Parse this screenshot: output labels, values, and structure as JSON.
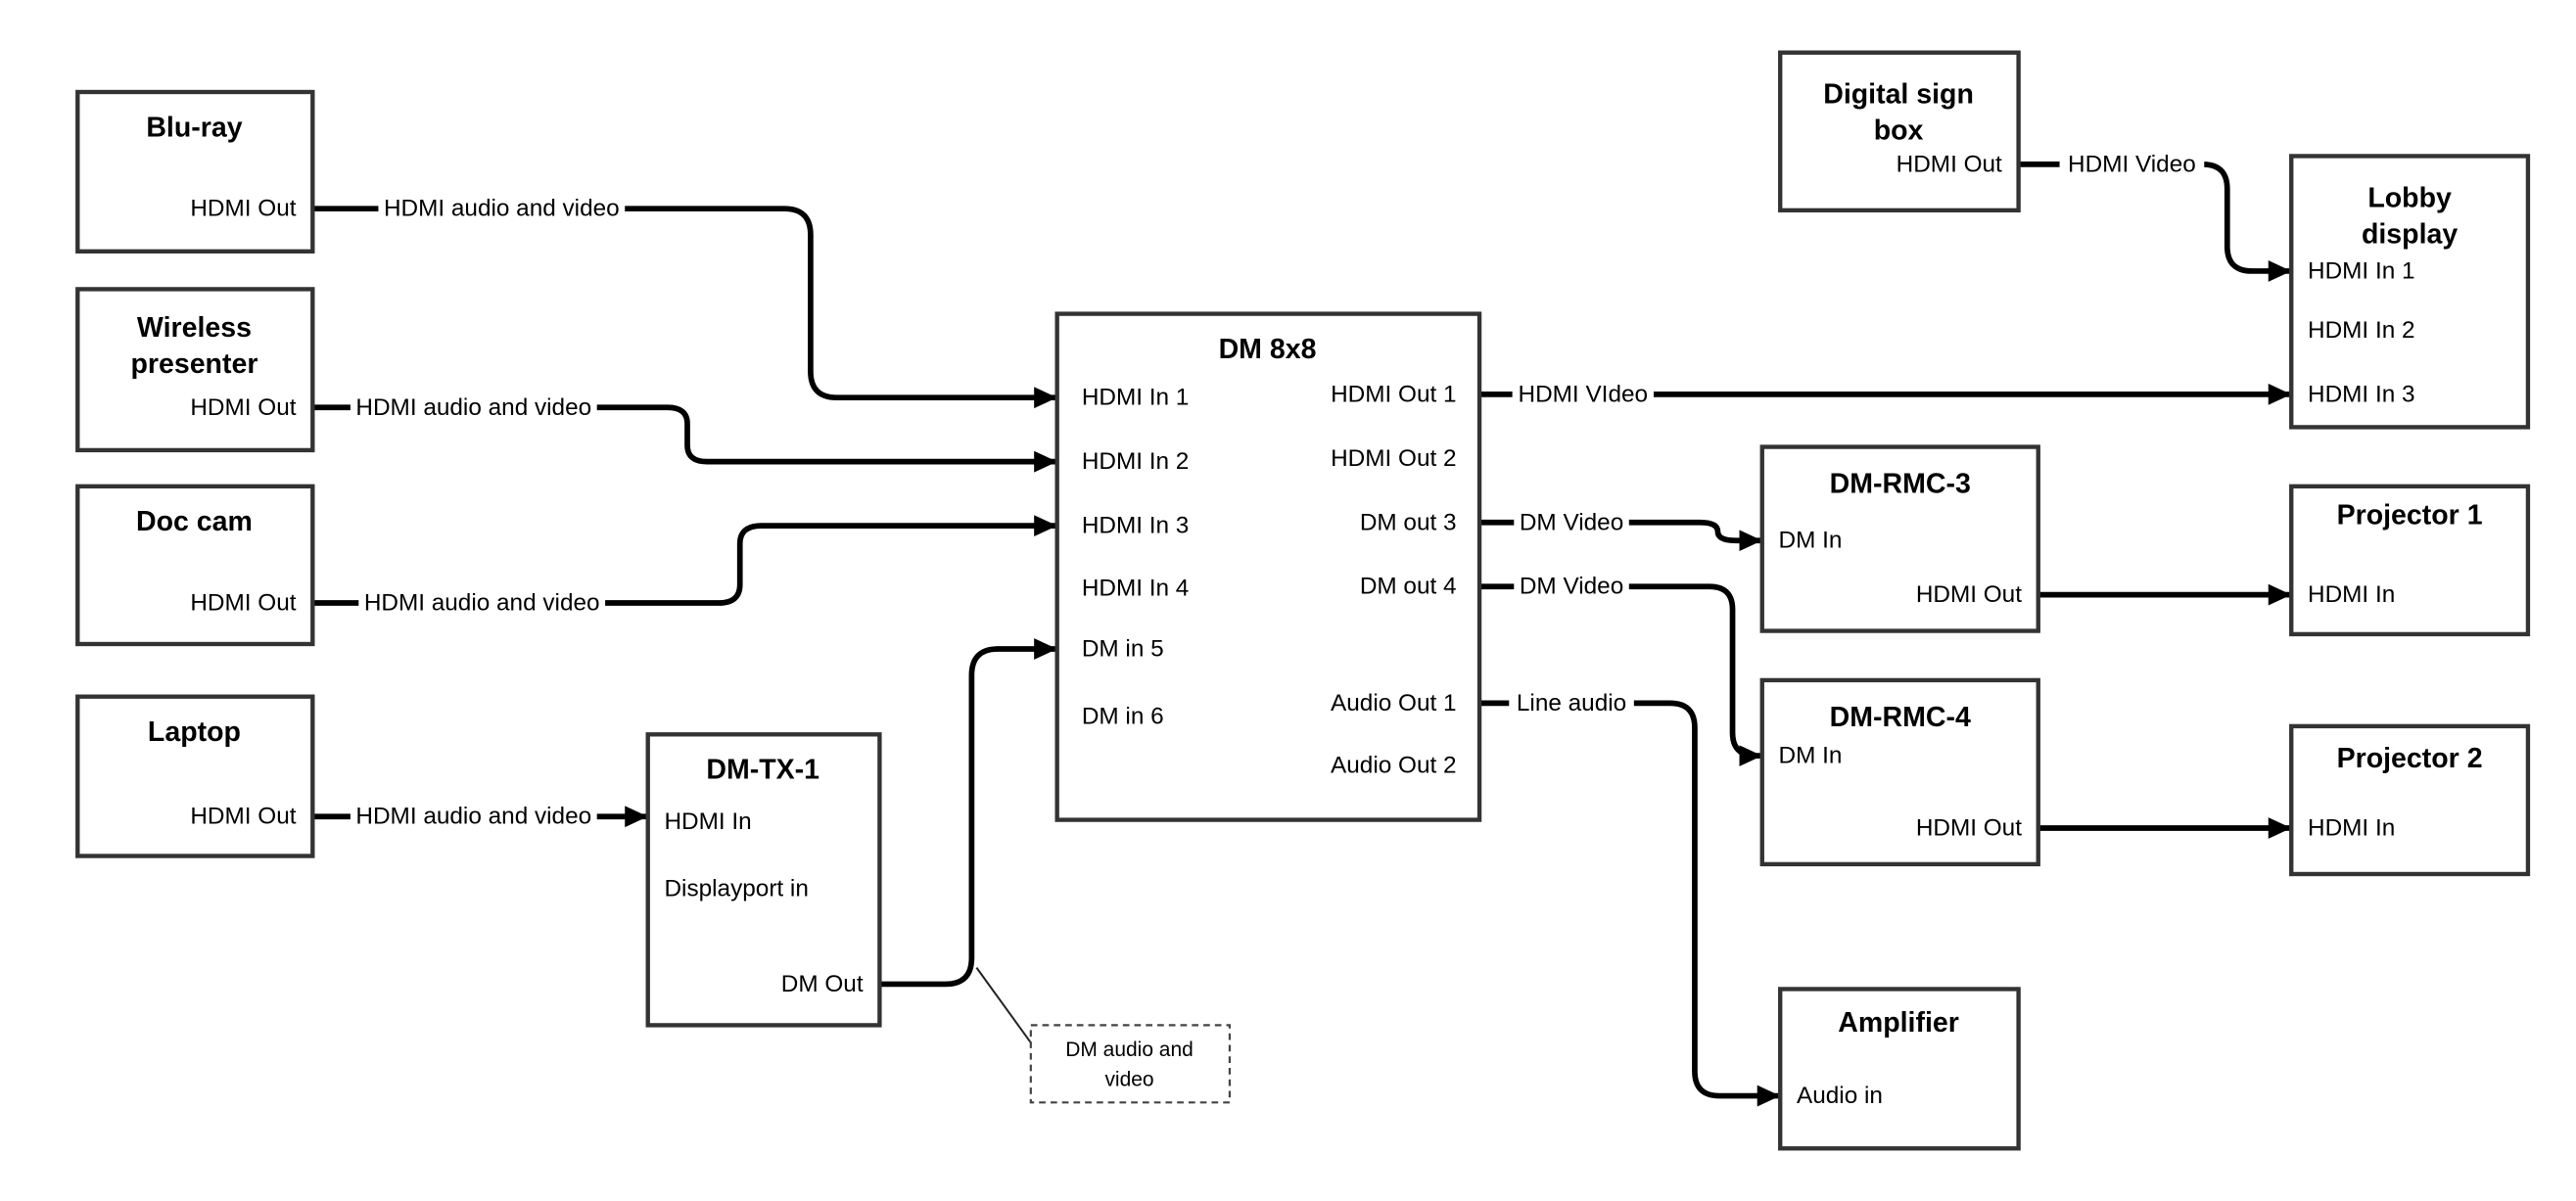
{
  "diagram_type": "AV system wiring diagram",
  "colors": {
    "wire": "#000000",
    "box_border": "#333333",
    "box_fill": "#ffffff",
    "background": "#ffffff",
    "text": "#000000"
  },
  "nodes": {
    "bluray": {
      "title": "Blu-ray",
      "port_hdmi_out": "HDMI Out"
    },
    "wireless_presenter": {
      "title_lines": [
        "Wireless",
        "presenter"
      ],
      "port_hdmi_out": "HDMI Out"
    },
    "doc_cam": {
      "title": "Doc cam",
      "port_hdmi_out": "HDMI Out"
    },
    "laptop": {
      "title": "Laptop",
      "port_hdmi_out": "HDMI Out"
    },
    "dm_tx_1": {
      "title": "DM-TX-1",
      "port_hdmi_in": "HDMI In",
      "port_displayport_in": "Displayport in",
      "port_dm_out": "DM Out"
    },
    "dm_8x8": {
      "title": "DM 8x8",
      "inputs": [
        "HDMI In 1",
        "HDMI In 2",
        "HDMI In 3",
        "HDMI In 4",
        "DM in 5",
        "DM in 6"
      ],
      "outputs": [
        "HDMI Out 1",
        "HDMI Out 2",
        "DM out 3",
        "DM out 4",
        "Audio Out 1",
        "Audio Out 2"
      ]
    },
    "digital_sign_box": {
      "title_lines": [
        "Digital sign",
        "box"
      ],
      "port_hdmi_out": "HDMI Out"
    },
    "lobby_display": {
      "title_lines": [
        "Lobby",
        "display"
      ],
      "inputs": [
        "HDMI In 1",
        "HDMI In 2",
        "HDMI In 3"
      ]
    },
    "dm_rmc_3": {
      "title": "DM-RMC-3",
      "port_dm_in": "DM In",
      "port_hdmi_out": "HDMI Out"
    },
    "projector_1": {
      "title": "Projector 1",
      "port_hdmi_in": "HDMI In"
    },
    "dm_rmc_4": {
      "title": "DM-RMC-4",
      "port_dm_in": "DM In",
      "port_hdmi_out": "HDMI Out"
    },
    "projector_2": {
      "title": "Projector 2",
      "port_hdmi_in": "HDMI In"
    },
    "amplifier": {
      "title": "Amplifier",
      "port_audio_in": "Audio in"
    }
  },
  "wire_labels": {
    "bluray_to_dm8x8": "HDMI audio and video",
    "wireless_to_dm8x8": "HDMI audio and video",
    "doccam_to_dm8x8": "HDMI audio and video",
    "laptop_to_dmtx1": "HDMI audio and video",
    "hdmi_out1_to_lobby": "HDMI VIdeo",
    "dm_out3_to_rmc3": "DM Video",
    "dm_out4_to_rmc4": "DM Video",
    "audio_out1_to_amplifier": "Line audio",
    "digital_sign_to_lobby": "HDMI Video"
  },
  "annotation": {
    "lines": [
      "DM audio and",
      "video"
    ]
  }
}
